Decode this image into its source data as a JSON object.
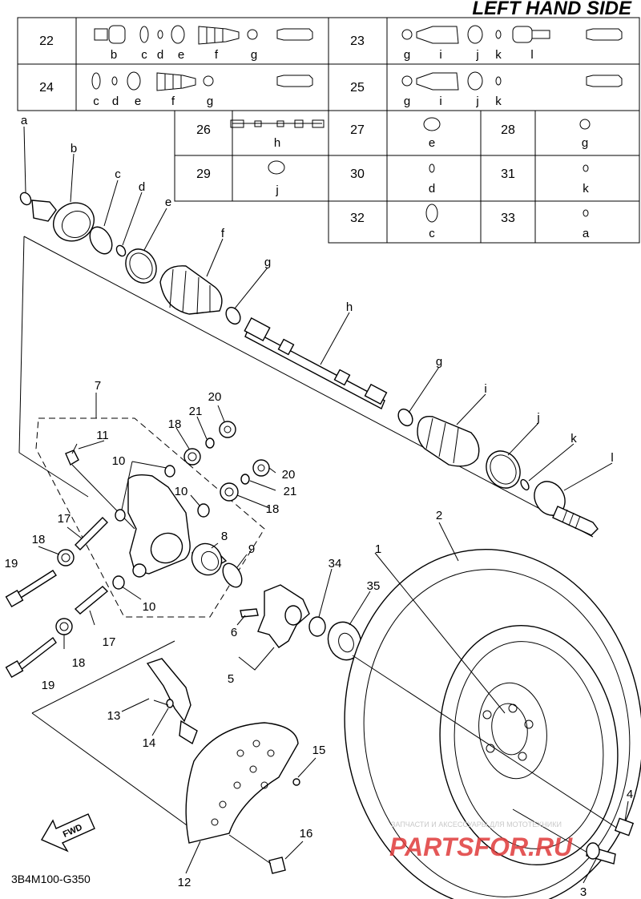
{
  "header": {
    "title": "LEFT HAND SIDE"
  },
  "kit_table": {
    "rows": [
      {
        "left_no": "22",
        "left_letters": [
          "b",
          "c",
          "d",
          "e",
          "f",
          "g"
        ],
        "right_no": "23",
        "right_letters": [
          "g",
          "i",
          "j",
          "k",
          "l"
        ]
      },
      {
        "left_no": "24",
        "left_letters": [
          "c",
          "d",
          "e",
          "f",
          "g"
        ],
        "right_no": "25",
        "right_letters": [
          "g",
          "i",
          "j",
          "k"
        ]
      }
    ],
    "small_cells": [
      {
        "no": "26",
        "letter": "h"
      },
      {
        "no": "27",
        "letter": "e"
      },
      {
        "no": "28",
        "letter": "g"
      },
      {
        "no": "29",
        "letter": "j"
      },
      {
        "no": "30",
        "letter": "d"
      },
      {
        "no": "31",
        "letter": "k"
      },
      {
        "no": "32",
        "letter": "c"
      },
      {
        "no": "33",
        "letter": "a"
      }
    ]
  },
  "callouts": {
    "letters": [
      "a",
      "b",
      "c",
      "d",
      "e",
      "f",
      "g",
      "h",
      "g",
      "i",
      "j",
      "k",
      "l"
    ],
    "numbers": [
      "7",
      "11",
      "10",
      "18",
      "21",
      "20",
      "20",
      "21",
      "18",
      "10",
      "17",
      "18",
      "8",
      "9",
      "19",
      "10",
      "17",
      "18",
      "19",
      "34",
      "35",
      "6",
      "5",
      "1",
      "2",
      "13",
      "14",
      "15",
      "16",
      "12",
      "4",
      "3"
    ]
  },
  "footer": {
    "drawing_code": "3B4M100-G350",
    "fwd_label": "FWD",
    "watermark_small": "ЗАПЧАСТИ И АКСЕССУАРЫ ДЛЯ МОТОТЕХНИКИ",
    "watermark_logo": "PARTSFOR.RU"
  },
  "colors": {
    "line": "#000000",
    "watermark": "#e03a3a",
    "background": "#ffffff"
  }
}
